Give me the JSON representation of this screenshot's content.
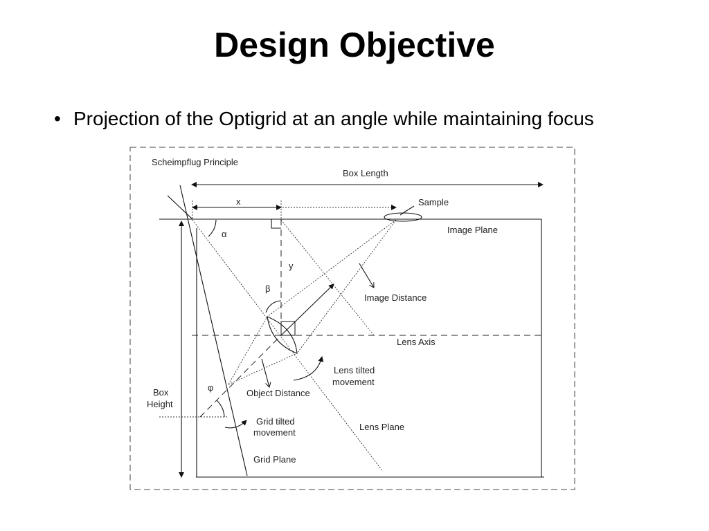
{
  "slide": {
    "title": "Design Objective",
    "bullet": "Projection of the Optigrid at an angle while maintaining focus"
  },
  "diagram": {
    "caption": "Scheimpflug Principle",
    "labels": {
      "box_length": "Box Length",
      "x": "x",
      "sample": "Sample",
      "image_plane": "Image Plane",
      "alpha": "α",
      "y": "y",
      "beta": "β",
      "image_distance": "Image Distance",
      "lens_axis": "Lens Axis",
      "lens_tilted_1": "Lens tilted",
      "lens_tilted_2": "movement",
      "box_height_1": "Box",
      "box_height_2": "Height",
      "phi": "φ",
      "object_distance": "Object Distance",
      "grid_tilted_1": "Grid tilted",
      "grid_tilted_2": "movement",
      "lens_plane": "Lens Plane",
      "grid_plane": "Grid Plane"
    }
  }
}
